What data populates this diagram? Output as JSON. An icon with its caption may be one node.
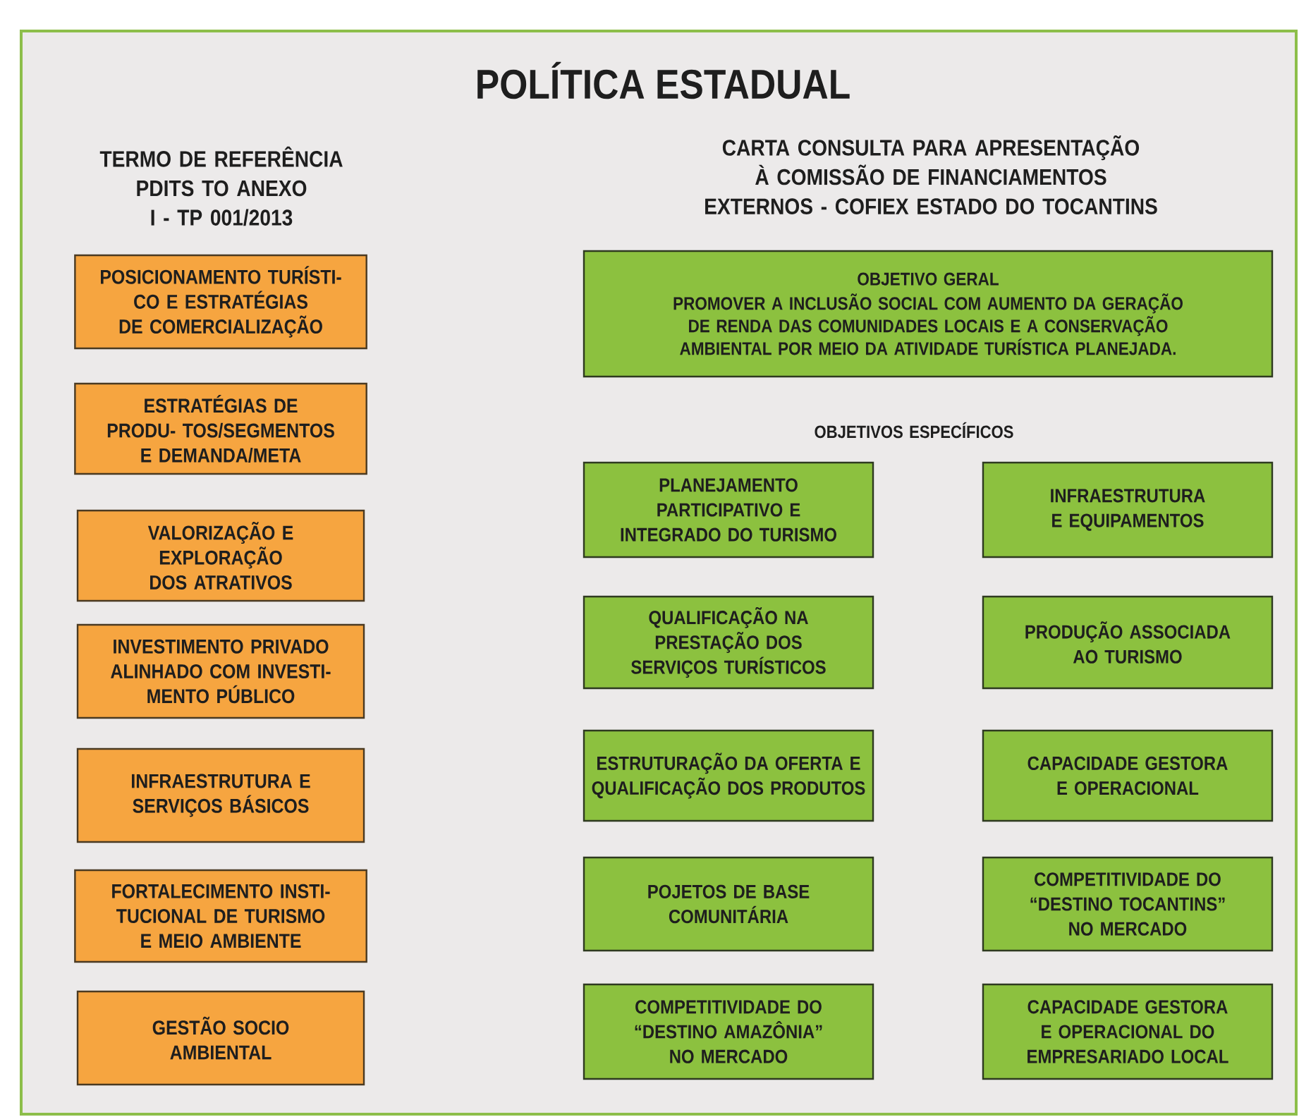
{
  "diagram": {
    "nodes": [
      {
        "text": [
          "POLÍTICA ESTADUAL"
        ]
      },
      {
        "text": [
          "POSICIONAMENTO TURÍSTI- CO E ESTRATÉGIAS DE COMERCIALIZAÇÃO"
        ],
        "in": 0
      },
      {
        "text": [
          "ESTRATÉGIAS DE PRODU- TOS/SEGMENTOS E DEMANDA/META"
        ],
        "in": 0
      },
      {
        "text": [
          "VALORIZAÇÃO E EXPLORAÇÃO DOS ATRATIVOS"
        ],
        "in": 0
      },
      {
        "text": [
          "INVESTIMENTO PRIVADO ALINHADO COM INVESTI- MENTO PÚBLICO"
        ],
        "in": 0
      },
      {
        "text": [
          "INFRAESTRUTURA E SERVIÇOS BÁSICOS"
        ],
        "in": 0
      },
      {
        "text": [
          "FORTALECIMENTO INSTI- TUCIONAL DE TURISMO E MEIO AMBIENTE"
        ],
        "in": 0
      },
      {
        "text": [
          "GESTÃO SOCIO AMBIENTAL"
        ],
        "in": 0
      },
      {
        "text": [
          "OBJETIVO GERAL",
          "PROMOVER A INCLUSÃO SOCIAL COM AUMENTO DA GERAÇÃO DE RENDA DAS COMUNIDADES LOCAIS E A CONSERVAÇÃO AMBIENTAL POR MEIO DA ATIVIDADE TURÍSTICA PLANEJADA."
        ],
        "in": 0
      },
      {
        "text": [
          "PLANEJAMENTO PARTICIPATIVO E INTEGRADO DO TURISMO"
        ],
        "in": 0
      },
      {
        "text": [
          "INFRAESTRUTURA E EQUIPAMENTOS"
        ],
        "in": 0
      },
      {
        "text": [
          "QUALIFICAÇÃO NA PRESTAÇÃO DOS SERVIÇOS TURÍSTICOS"
        ],
        "in": 0
      },
      {
        "text": [
          "PRODUÇÃO ASSOCIADA AO TURISMO"
        ],
        "in": 0
      },
      {
        "text": [
          "ESTRUTURAÇÃO DA OFERTA E QUALIFICAÇÃO DOS PRODUTOS"
        ],
        "in": 0
      },
      {
        "text": [
          "CAPACIDADE GESTORA E OPERACIONAL"
        ],
        "in": 0
      },
      {
        "text": [
          "POJETOS DE BASE COMUNITÁRIA"
        ],
        "in": 0
      },
      {
        "text": [
          "COMPETITIVIDADE DO “DESTINO TOCANTINS” NO MERCADO"
        ],
        "in": 0
      },
      {
        "text": [
          "COMPETITIVIDADE DO “DESTINO AMAZÔNIA” NO MERCADO"
        ],
        "in": 0
      },
      {
        "text": [
          "CAPACIDADE GESTORA E OPERACIONAL DO EMPRESARIADO LOCAL"
        ],
        "in": 0
      }
    ],
    "labels": [
      "TERMO DE REFERÊNCIA PDITS TO ANEXO I - TP 001/2013",
      "CARTA CONSULTA PARA APRESENTAÇÃO À COMISSÃO DE FINANCIAMENTOS EXTERNOS - COFIEX ESTADO DO TOCANTINS",
      "OBJETIVOS ESPECÍFICOS"
    ]
  }
}
